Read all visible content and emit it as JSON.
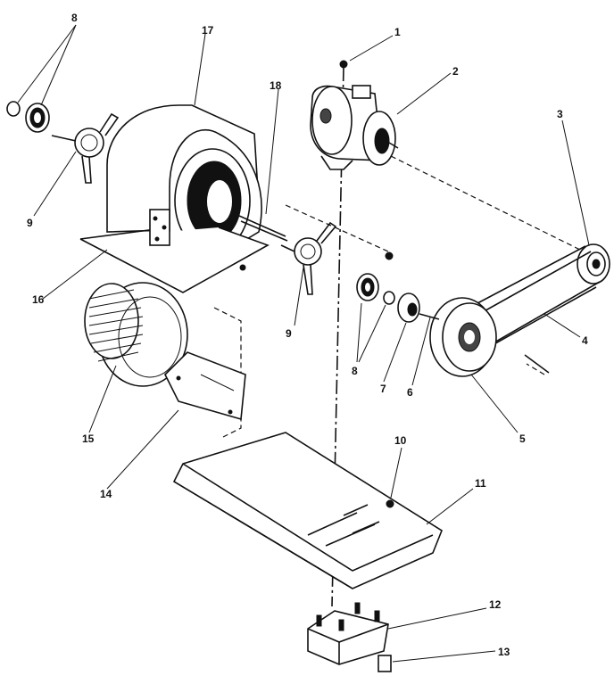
{
  "callouts": [
    {
      "id": "c1",
      "label": "1"
    },
    {
      "id": "c2",
      "label": "2"
    },
    {
      "id": "c3",
      "label": "3"
    },
    {
      "id": "c4",
      "label": "4"
    },
    {
      "id": "c5",
      "label": "5"
    },
    {
      "id": "c6a",
      "label": "6"
    },
    {
      "id": "c6b",
      "label": "6"
    },
    {
      "id": "c7",
      "label": "7"
    },
    {
      "id": "c8a",
      "label": "8"
    },
    {
      "id": "c8b",
      "label": "8"
    },
    {
      "id": "c9a",
      "label": "9"
    },
    {
      "id": "c9b",
      "label": "9"
    },
    {
      "id": "c10",
      "label": "10"
    },
    {
      "id": "c11",
      "label": "11"
    },
    {
      "id": "c12",
      "label": "12"
    },
    {
      "id": "c13",
      "label": "13"
    },
    {
      "id": "c14",
      "label": "14"
    },
    {
      "id": "c15",
      "label": "15"
    },
    {
      "id": "c16",
      "label": "16"
    },
    {
      "id": "c17",
      "label": "17"
    },
    {
      "id": "c18",
      "label": "18"
    }
  ],
  "icons": {
    "motor": "motor-icon",
    "blower_housing": "blower-housing-icon",
    "blower_wheel": "blower-wheel-icon",
    "pulley": "pulley-icon",
    "belt": "belt-icon",
    "base": "base-panel-icon"
  }
}
